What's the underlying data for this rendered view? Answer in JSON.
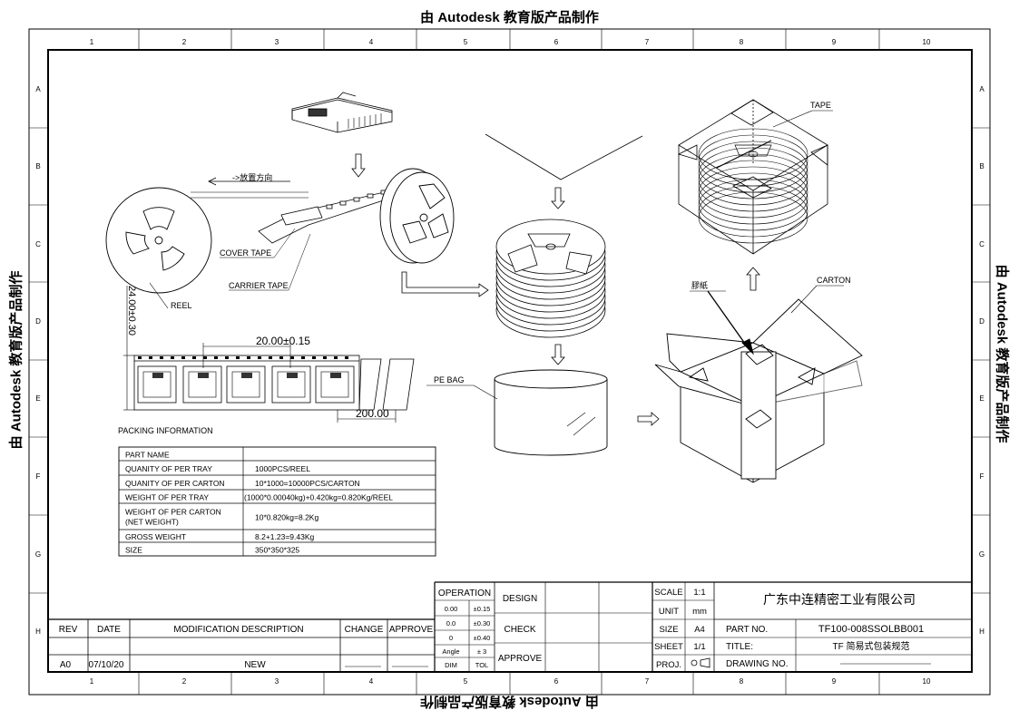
{
  "watermark": "由 Autodesk 教育版产品制作",
  "grid": {
    "columns": [
      "1",
      "2",
      "3",
      "4",
      "5",
      "6",
      "7",
      "8",
      "9",
      "10"
    ],
    "rows": [
      "A",
      "B",
      "C",
      "D",
      "E",
      "F",
      "G",
      "H"
    ]
  },
  "labels": {
    "fpd": "->放置方向",
    "cover_tape": "COVER TAPE",
    "carrier_tape": "CARRIER TAPE",
    "reel": "REEL",
    "dim_24": "24.00±0.30",
    "dim_20": "20.00±0.15",
    "dim_200": "200.00",
    "pe_bag": "PE BAG",
    "tape": "TAPE",
    "carton": "CARTON",
    "seal": "膠紙"
  },
  "packing": {
    "title": "PACKING INFORMATION",
    "rows": [
      {
        "label": "PART NAME",
        "value": ""
      },
      {
        "label": "QUANITY OF PER TRAY",
        "value": "1000PCS/REEL"
      },
      {
        "label": "QUANITY OF PER CARTON",
        "value": "10*1000=10000PCS/CARTON"
      },
      {
        "label": "WEIGHT OF PER TRAY",
        "value": "(1000*0.00040kg)+0.420kg=0.820Kg/REEL"
      },
      {
        "label": "WEIGHT OF PER CARTON",
        "label2": "(NET WEIGHT)",
        "value": "10*0.820kg=8.2Kg"
      },
      {
        "label": "GROSS WEIGHT",
        "value": "8.2+1.23=9.43Kg"
      },
      {
        "label": "SIZE",
        "value": "350*350*325"
      }
    ]
  },
  "title_block": {
    "rev_header": "REV",
    "date_header": "DATE",
    "mod_header": "MODIFICATION DESCRIPTION",
    "change_header": "CHANGE",
    "approve_header": "APPROVE",
    "rev": "A0",
    "date": "07/10/20",
    "mod": "NEW",
    "operation": "OPERATION",
    "tol": [
      {
        "a": "0.00",
        "b": "±0.15"
      },
      {
        "a": "0.0",
        "b": "±0.30"
      },
      {
        "a": "0",
        "b": "±0.40"
      },
      {
        "a": "Angle",
        "b": "± 3"
      },
      {
        "a": "DIM",
        "b": "TOL"
      }
    ],
    "design": "DESIGN",
    "check": "CHECK",
    "approve": "APPROVE",
    "scale_label": "SCALE",
    "scale": "1:1",
    "unit_label": "UNIT",
    "unit": "mm",
    "size_label": "SIZE",
    "size": "A4",
    "sheet_label": "SHEET",
    "sheet": "1/1",
    "proj_label": "PROJ.",
    "company": "广东中连精密工业有限公司",
    "part_no_label": "PART NO.",
    "part_no": "TF100-008SSOLBB001",
    "title_label": "TITLE:",
    "title": "TF 简易式包装规范",
    "drawing_no_label": "DRAWING NO."
  }
}
